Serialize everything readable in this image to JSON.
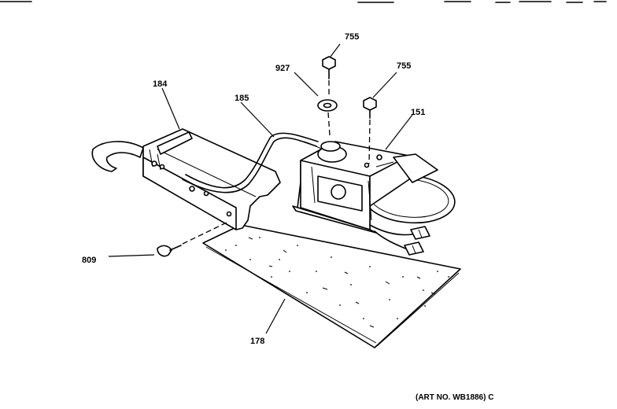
{
  "diagram": {
    "callouts": {
      "p755a": "755",
      "p927": "927",
      "p755b": "755",
      "p184": "184",
      "p185": "185",
      "p151": "151",
      "p809": "809",
      "p178": "178"
    },
    "art_number": "(ART NO. WB1886) C"
  }
}
